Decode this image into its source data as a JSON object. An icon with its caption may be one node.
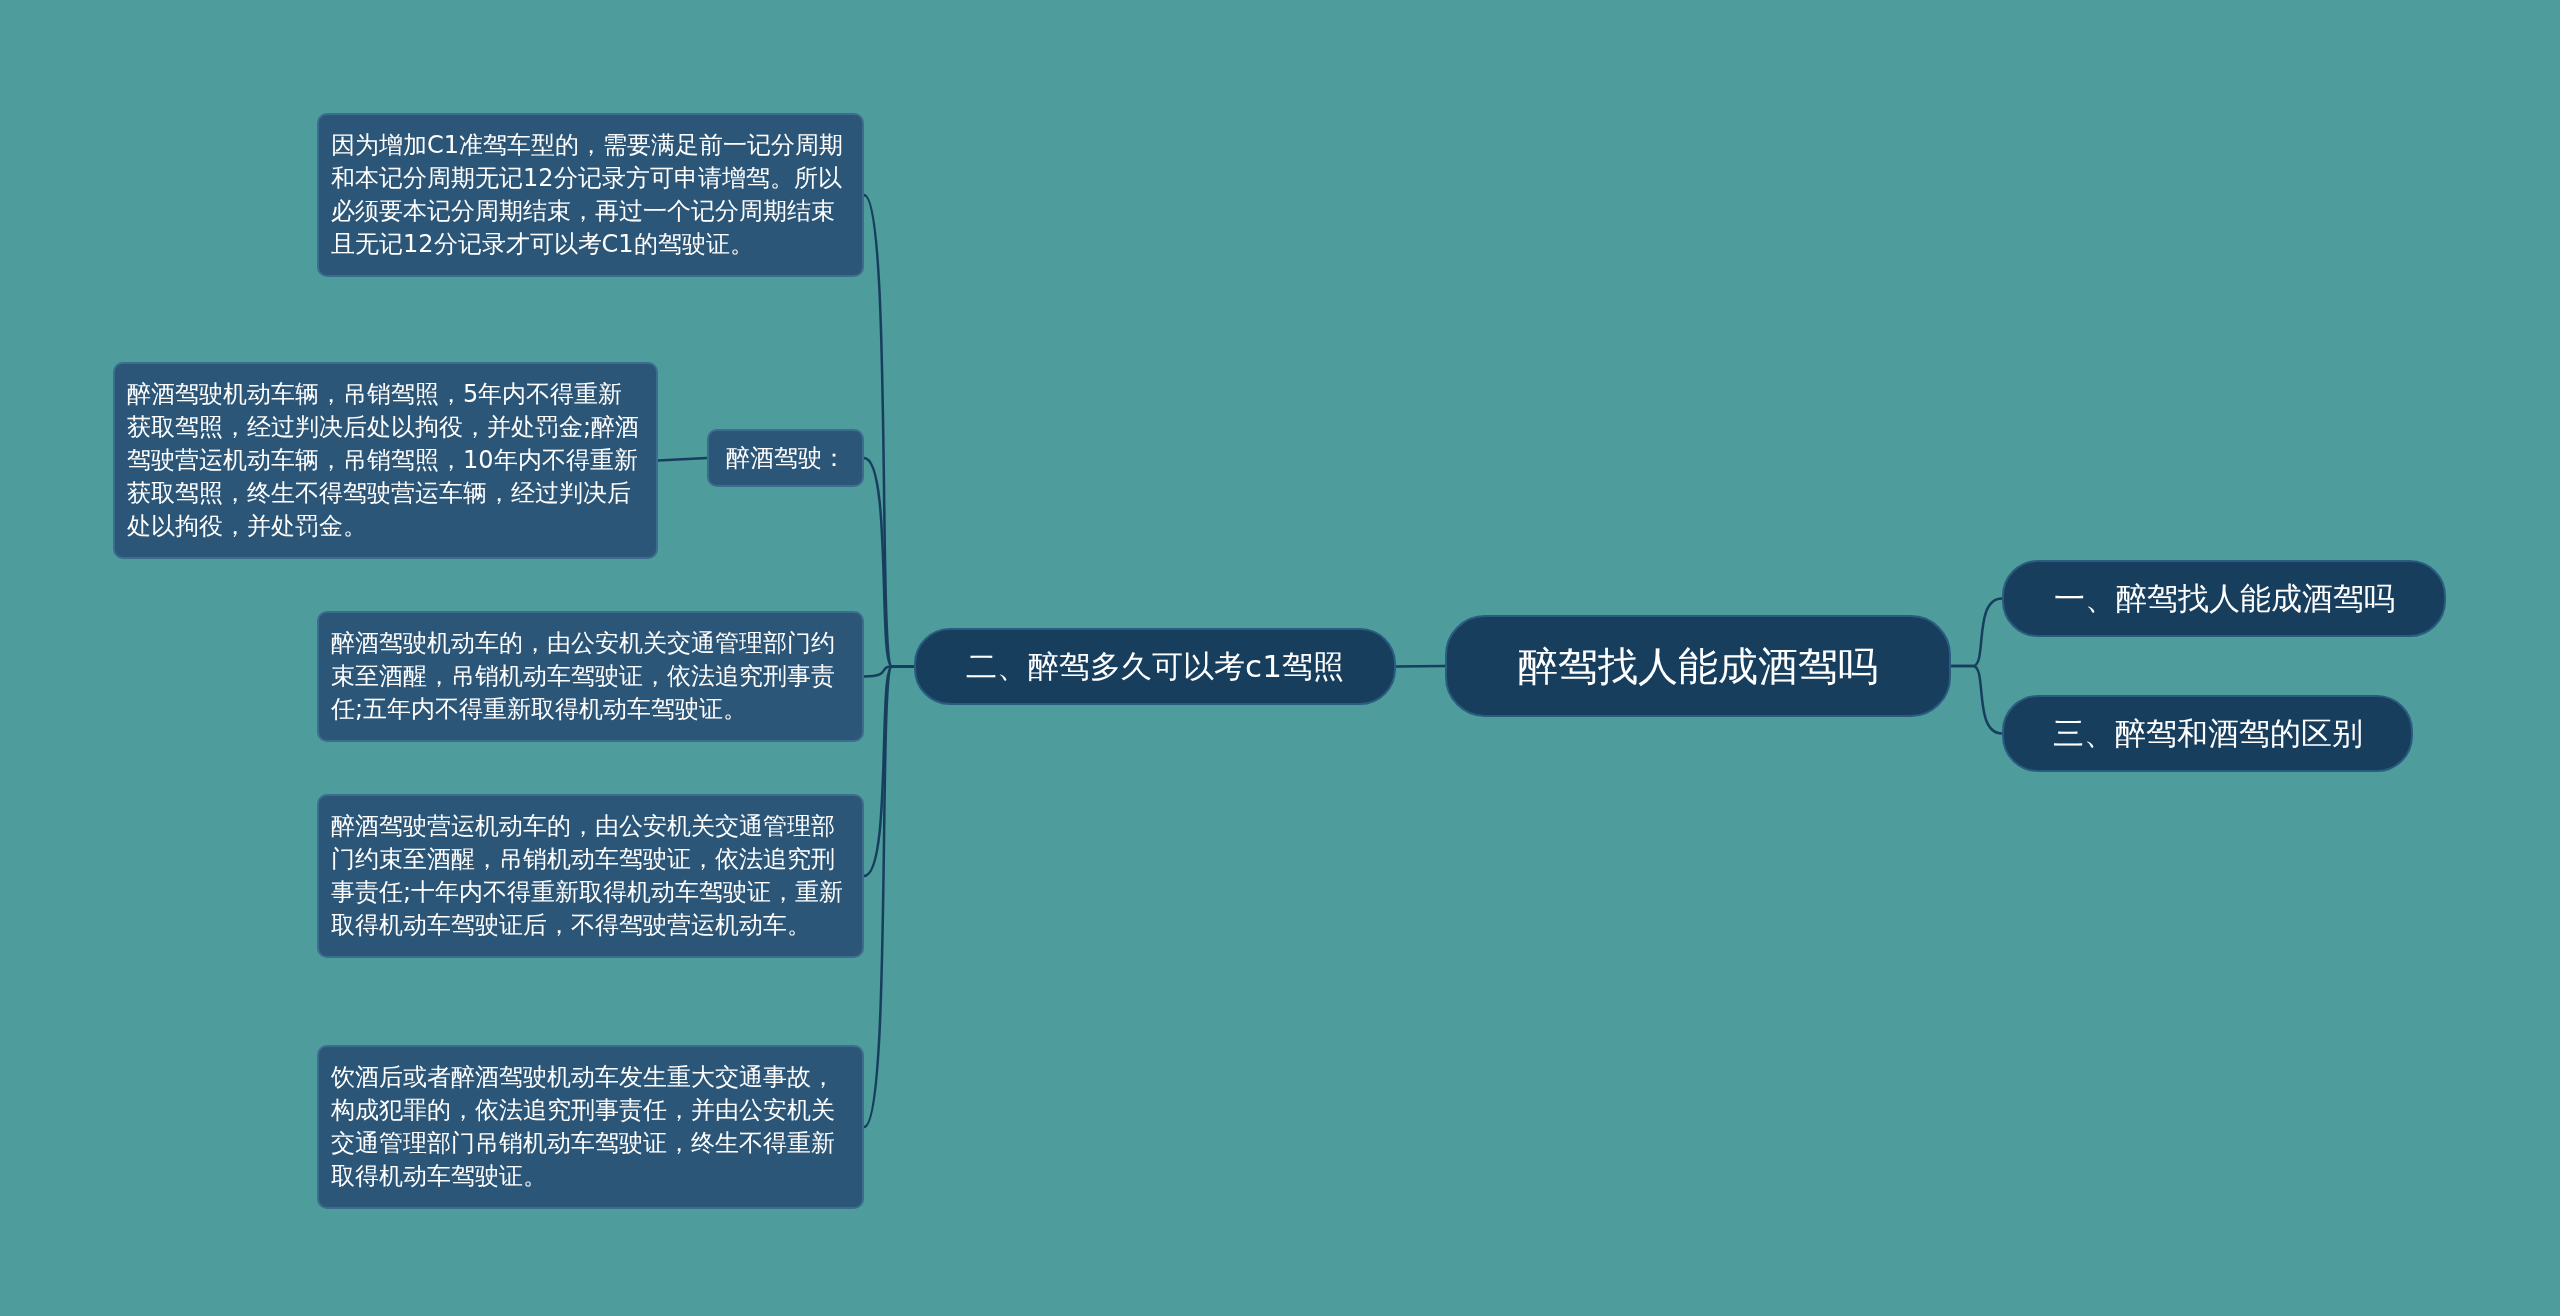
{
  "diagram": {
    "nodes": [
      {
        "text": [
          "醉驾找人能成酒驾吗"
        ]
      },
      {
        "text": [
          "一、醉驾找人能成酒驾吗"
        ]
      },
      {
        "text": [
          "二、醉驾多久可以考c1驾照"
        ]
      },
      {
        "text": [
          "三、醉驾和酒驾的区别"
        ]
      },
      {
        "text": [
          "因为增加C1准驾车型的，需要满足前一记分周期和本记分周期无记12分记录方可申请增驾。所以必须要本记分周期结束，再过一个记分周期结束且无记12分记录才可以考C1的驾驶证。"
        ]
      },
      {
        "text": [
          "醉酒驾驶："
        ]
      },
      {
        "text": [
          "醉酒驾驶机动车辆，吊销驾照，5年内不得重新获取驾照，经过判决后处以拘役，并处罚金;醉酒驾驶营运机动车辆，吊销驾照，10年内不得重新获取驾照，终生不得驾驶营运车辆，经过判决后处以拘役，并处罚金。"
        ]
      },
      {
        "text": [
          "醉酒驾驶机动车的，由公安机关交通管理部门约束至酒醒，吊销机动车驾驶证，依法追究刑事责任;五年内不得重新取得机动车驾驶证。"
        ]
      },
      {
        "text": [
          "醉酒驾驶营运机动车的，由公安机关交通管理部门约束至酒醒，吊销机动车驾驶证，依法追究刑事责任;十年内不得重新取得机动车驾驶证，重新取得机动车驾驶证后，不得驾驶营运机动车。"
        ]
      },
      {
        "text": [
          "饮酒后或者醉酒驾驶机动车发生重大交通事故，构成犯罪的，依法追究刑事责任，并由公安机关交通管理部门吊销机动车驾驶证，终生不得重新取得机动车驾驶证。"
        ]
      }
    ],
    "edges": [
      {
        "from": 0,
        "to": 1,
        "arrow": "none"
      },
      {
        "from": 0,
        "to": 2,
        "arrow": "none"
      },
      {
        "from": 0,
        "to": 3,
        "arrow": "none"
      },
      {
        "from": 2,
        "to": 4,
        "arrow": "none"
      },
      {
        "from": 2,
        "to": 5,
        "arrow": "none"
      },
      {
        "from": 5,
        "to": 6,
        "arrow": "none"
      },
      {
        "from": 2,
        "to": 7,
        "arrow": "none"
      },
      {
        "from": 2,
        "to": 8,
        "arrow": "none"
      },
      {
        "from": 2,
        "to": 9,
        "arrow": "none"
      }
    ]
  }
}
